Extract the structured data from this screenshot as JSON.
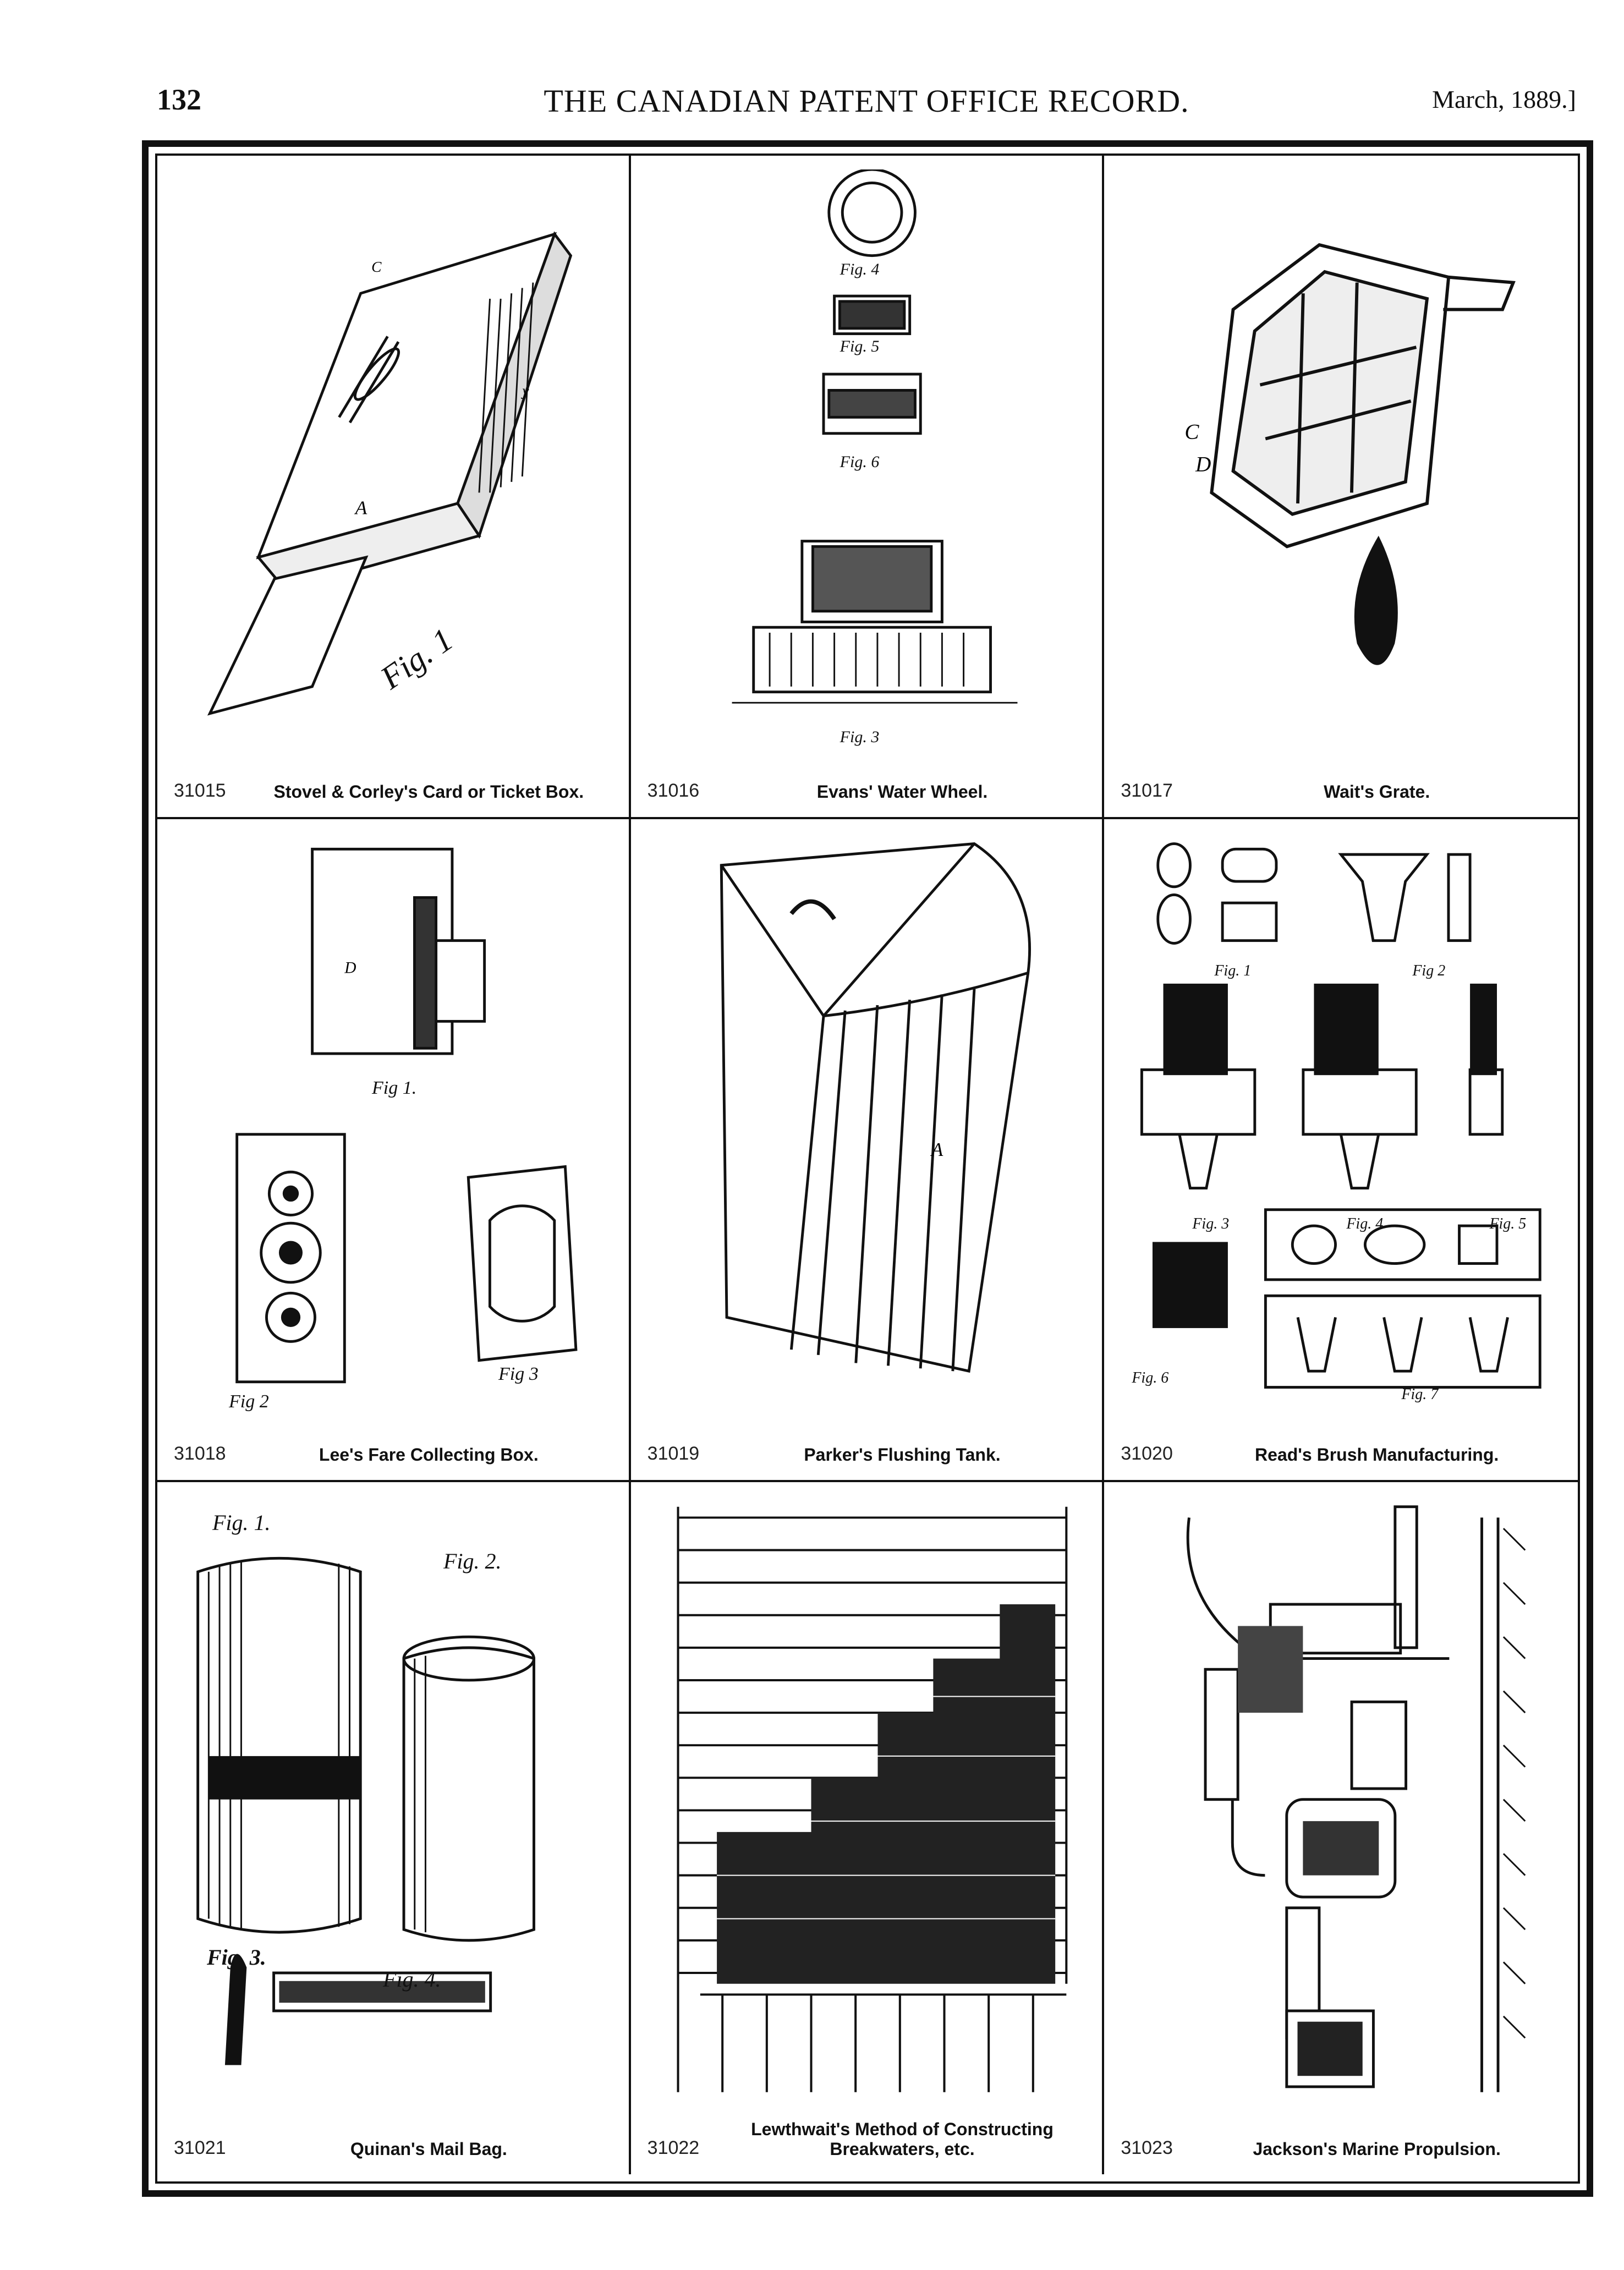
{
  "header": {
    "page_number": "132",
    "journal_title": "THE CANADIAN PATENT OFFICE RECORD.",
    "issue_date": "March, 1889.]"
  },
  "plates": [
    {
      "number": "31015",
      "title": "Stovel & Corley's Card or Ticket Box.",
      "fig_labels": [
        "Fig. 1"
      ]
    },
    {
      "number": "31016",
      "title": "Evans' Water Wheel.",
      "fig_labels": [
        "Fig. 4",
        "Fig. 5",
        "Fig. 6",
        "Fig. 3"
      ]
    },
    {
      "number": "31017",
      "title": "Wait's Grate.",
      "fig_labels": []
    },
    {
      "number": "31018",
      "title": "Lee's Fare Collecting Box.",
      "fig_labels": [
        "Fig 1.",
        "Fig 2",
        "Fig 3"
      ]
    },
    {
      "number": "31019",
      "title": "Parker's Flushing Tank.",
      "fig_labels": []
    },
    {
      "number": "31020",
      "title": "Read's Brush Manufacturing.",
      "fig_labels": [
        "Fig. 1",
        "Fig 2",
        "Fig. 3",
        "Fig. 4",
        "Fig. 5",
        "Fig. 6",
        "Fig. 7"
      ]
    },
    {
      "number": "31021",
      "title": "Quinan's Mail Bag.",
      "fig_labels": [
        "Fig. 1.",
        "Fig. 2.",
        "Fig. 3.",
        "Fig. 4."
      ]
    },
    {
      "number": "31022",
      "title": "Lewthwait's Method of Constructing Breakwaters, etc.",
      "fig_labels": []
    },
    {
      "number": "31023",
      "title": "Jackson's Marine Propulsion.",
      "fig_labels": []
    }
  ]
}
